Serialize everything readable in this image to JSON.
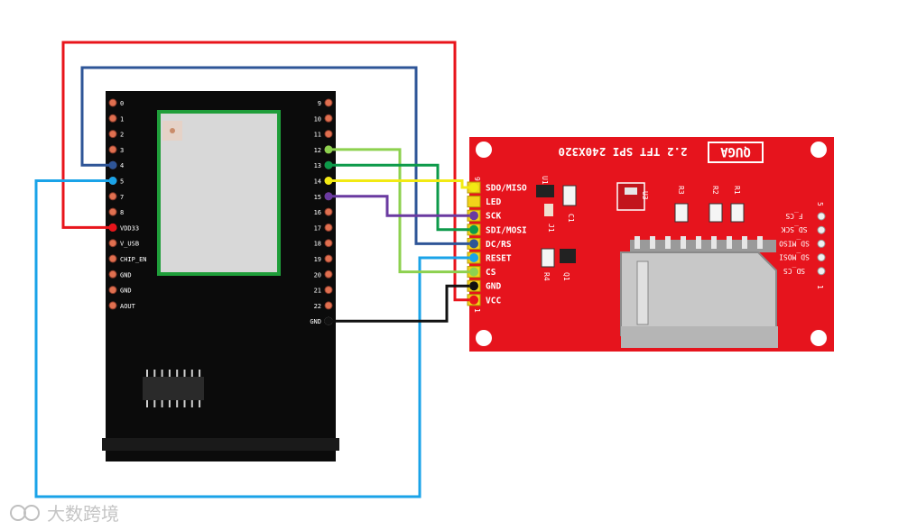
{
  "esp_board": {
    "left_pins": [
      "0",
      "1",
      "2",
      "3",
      "4",
      "5",
      "7",
      "8",
      "VDD33",
      "V_USB",
      "CHIP_EN",
      "GND",
      "GND",
      "AOUT"
    ],
    "right_pins": [
      "9",
      "10",
      "11",
      "12",
      "13",
      "14",
      "15",
      "16",
      "17",
      "18",
      "19",
      "20",
      "21",
      "22",
      "GND"
    ]
  },
  "tft_module": {
    "brand": "QUGA",
    "title": "2.2 TFT SPI 240X320",
    "header_pins": [
      "SDO/MISO",
      "LED",
      "SCK",
      "SDI/MOSI",
      "DC/RS",
      "RESET",
      "CS",
      "GND",
      "VCC"
    ],
    "header_num_top": "9",
    "header_num_bottom": "1",
    "sd_pins": [
      "F_CS",
      "SD_SCK",
      "SD_MISO",
      "SD_MOSI",
      "SD_CS"
    ],
    "sd_num_top": "5",
    "sd_num_bottom": "1",
    "components": [
      "U1",
      "J1",
      "C1",
      "U3",
      "R3",
      "R2",
      "R1",
      "R4",
      "Q1"
    ]
  },
  "wires": [
    {
      "from": "VDD33",
      "to": "VCC",
      "color": "#e8141b"
    },
    {
      "from": "4",
      "to": "DC/RS",
      "color": "#2e5597"
    },
    {
      "from": "5",
      "to": "RESET",
      "color": "#1aa3e8"
    },
    {
      "from": "12",
      "to": "CS",
      "color": "#8dd14f"
    },
    {
      "from": "13",
      "to": "SDI/MOSI",
      "color": "#0d9a4a"
    },
    {
      "from": "14",
      "to": "SDO/MISO",
      "color": "#f2ea13"
    },
    {
      "from": "15",
      "to": "SCK",
      "color": "#6a3aa0"
    },
    {
      "from": "GND",
      "to": "GND",
      "color": "#111111"
    }
  ],
  "watermark": "大数跨境"
}
